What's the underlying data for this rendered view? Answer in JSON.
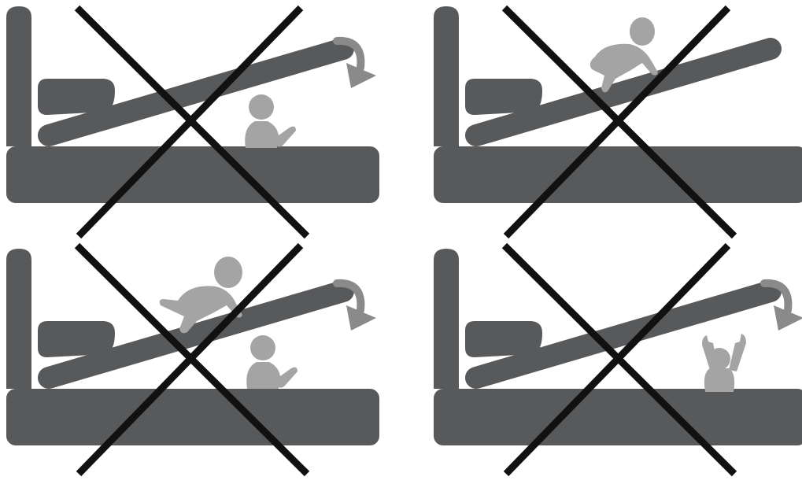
{
  "colors": {
    "background": "#ffffff",
    "bed": "#58595b",
    "baby": "#a4a4a4",
    "arrow": "#8a8a8a",
    "cross": "#111111"
  },
  "panels": [
    {
      "id": "panel-top-left",
      "arrow": true,
      "babies": [
        "sitting"
      ]
    },
    {
      "id": "panel-top-right",
      "arrow": false,
      "babies": [
        "crawling"
      ]
    },
    {
      "id": "panel-bottom-left",
      "arrow": true,
      "babies": [
        "crawling",
        "sitting"
      ]
    },
    {
      "id": "panel-bottom-right",
      "arrow": true,
      "babies": [
        "arms-raised"
      ]
    }
  ]
}
